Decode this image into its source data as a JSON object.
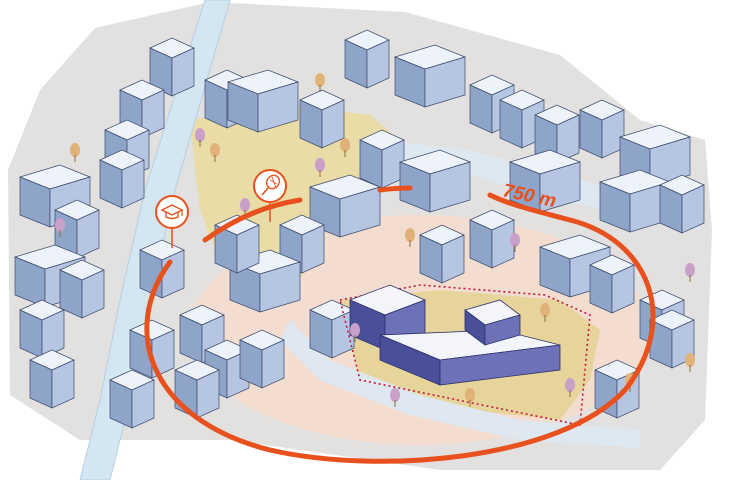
{
  "diagram": {
    "radius_label": "750 m",
    "pois": [
      {
        "name": "education",
        "icon": "graduation-cap-icon"
      },
      {
        "name": "sports",
        "icon": "tennis-racket-icon"
      }
    ]
  },
  "colors": {
    "accent": "#e8501e",
    "ground": "#e2e1e0",
    "river": "#d4e6f2",
    "building_side": "#9fb3d3",
    "building_top": "#eef3fb",
    "project_dark": "#4a4f9a",
    "greenery": "#e9dca6",
    "site_zone": "#f6dccd"
  }
}
